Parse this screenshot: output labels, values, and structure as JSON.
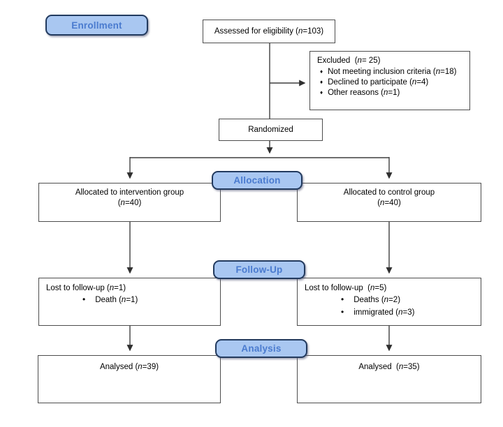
{
  "colors": {
    "badge_fill": "#a9c7f1",
    "badge_border": "#223a5e",
    "badge_text": "#4a7bcf",
    "line_color": "#3f3f3f"
  },
  "bullets": {
    "diamond": "♦",
    "dot": "•"
  },
  "stages": {
    "enrollment": "Enrollment",
    "allocation": "Allocation",
    "followup": "Follow-Up",
    "analysis": "Analysis"
  },
  "flow": {
    "assessed": "Assessed for eligibility (*n*=103)",
    "excluded": {
      "title": "Excluded  (*n*= 25)",
      "items": [
        "Not meeting inclusion criteria (*n*=18)",
        "Declined to participate (*n*=4)",
        "Other reasons (*n*=1)"
      ]
    },
    "randomized": "Randomized",
    "alloc_left": {
      "line1": "Allocated to intervention group",
      "line2": "(*n*=40)"
    },
    "alloc_right": {
      "line1": "Allocated to control group",
      "line2": "(*n*=40)"
    },
    "fu_left": {
      "title": "Lost to follow-up (*n*=1)",
      "items": [
        "Death (*n*=1)"
      ]
    },
    "fu_right": {
      "title": "Lost to follow-up  (*n*=5)",
      "items": [
        "Deaths (*n*=2)",
        "immigrated (*n*=3)"
      ]
    },
    "an_left": "Analysed (*n*=39)",
    "an_right": "Analysed  (*n*=35)"
  }
}
